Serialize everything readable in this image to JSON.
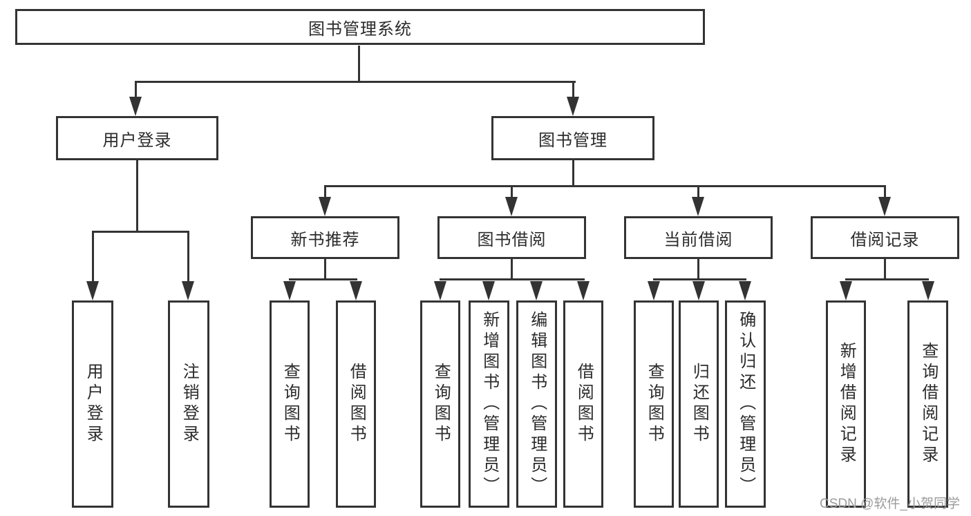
{
  "diagram": {
    "root": "图书管理系统",
    "branches": [
      {
        "label": "用户登录",
        "leaves": [
          "用户登录",
          "注销登录"
        ]
      },
      {
        "label": "图书管理",
        "groups": [
          {
            "label": "新书推荐",
            "leaves": [
              "查询图书",
              "借阅图书"
            ]
          },
          {
            "label": "图书借阅",
            "leaves": [
              "查询图书",
              "新增图书（管理员）",
              "编辑图书（管理员）",
              "借阅图书"
            ]
          },
          {
            "label": "当前借阅",
            "leaves": [
              "查询图书",
              "归还图书",
              "确认归还（管理员）"
            ]
          },
          {
            "label": "借阅记录",
            "leaves": [
              "新增借阅记录",
              "查询借阅记录"
            ]
          }
        ]
      }
    ]
  },
  "watermark": "CSDN @软件_小贺同学",
  "colors": {
    "line": "#333333",
    "box_border": "#333333",
    "text": "#2b2b2b",
    "watermark": "#9b9b9b",
    "background": "#ffffff"
  }
}
